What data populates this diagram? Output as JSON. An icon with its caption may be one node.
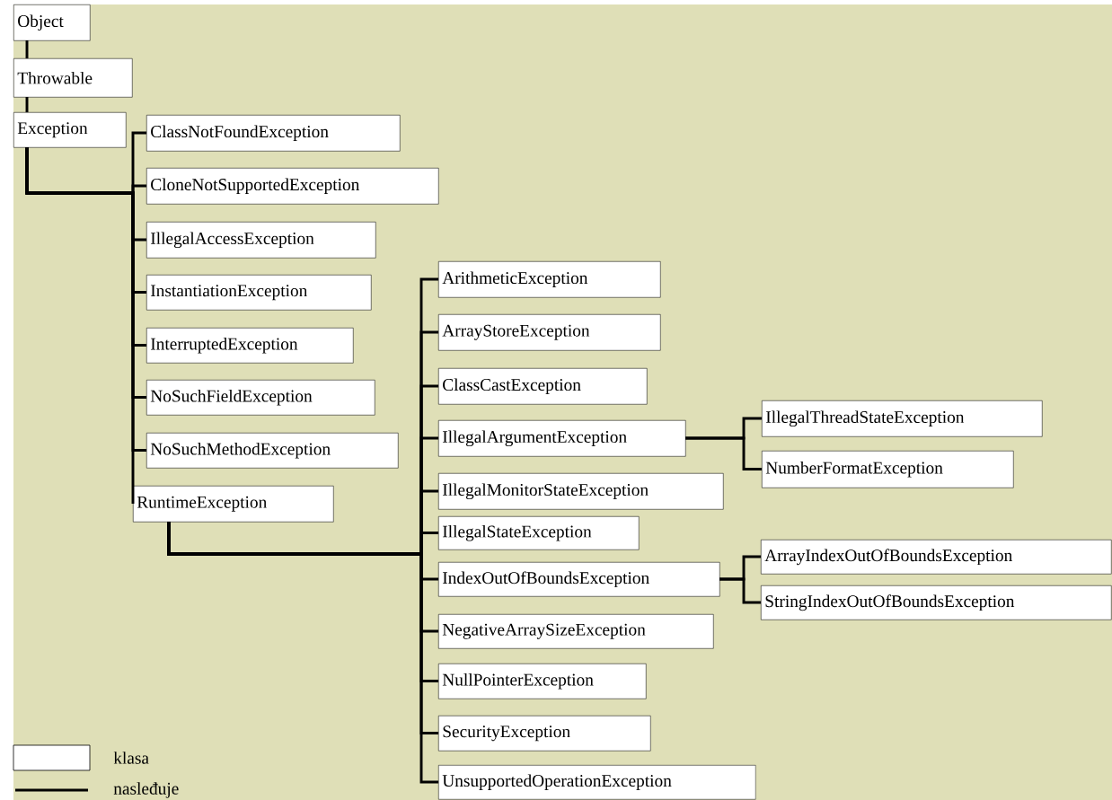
{
  "diagram": {
    "nodes": [
      {
        "text": [
          "Object"
        ]
      },
      {
        "text": [
          "Throwable"
        ]
      },
      {
        "text": [
          "Exception"
        ]
      },
      {
        "text": [
          "ClassNotFoundException"
        ]
      },
      {
        "text": [
          "CloneNotSupportedException"
        ]
      },
      {
        "text": [
          "IllegalAccessException"
        ]
      },
      {
        "text": [
          "InstantiationException"
        ]
      },
      {
        "text": [
          "InterruptedException"
        ]
      },
      {
        "text": [
          "NoSuchFieldException"
        ]
      },
      {
        "text": [
          "NoSuchMethodException"
        ]
      },
      {
        "text": [
          "RuntimeException"
        ]
      },
      {
        "text": [
          "ArithmeticException"
        ]
      },
      {
        "text": [
          "ArrayStoreException"
        ]
      },
      {
        "text": [
          "ClassCastException"
        ]
      },
      {
        "text": [
          "IllegalArgumentException"
        ]
      },
      {
        "text": [
          "IllegalMonitorStateException"
        ]
      },
      {
        "text": [
          "IllegalStateException"
        ]
      },
      {
        "text": [
          "IndexOutOfBoundsException"
        ]
      },
      {
        "text": [
          "NegativeArraySizeException"
        ]
      },
      {
        "text": [
          "NullPointerException"
        ]
      },
      {
        "text": [
          "SecurityException"
        ]
      },
      {
        "text": [
          "UnsupportedOperationException"
        ]
      },
      {
        "text": [
          "IllegalThreadStateException"
        ]
      },
      {
        "text": [
          "NumberFormatException"
        ]
      },
      {
        "text": [
          "ArrayIndexOutOfBoundsException"
        ]
      },
      {
        "text": [
          "StringIndexOutOfBoundsException"
        ]
      }
    ],
    "edges": [
      {
        "from": 0,
        "to": 1,
        "arrow": "none"
      },
      {
        "from": 1,
        "to": 2,
        "arrow": "none"
      },
      {
        "from": 2,
        "to": 3,
        "arrow": "none"
      },
      {
        "from": 2,
        "to": 4,
        "arrow": "none"
      },
      {
        "from": 2,
        "to": 5,
        "arrow": "none"
      },
      {
        "from": 2,
        "to": 6,
        "arrow": "none"
      },
      {
        "from": 2,
        "to": 7,
        "arrow": "none"
      },
      {
        "from": 2,
        "to": 8,
        "arrow": "none"
      },
      {
        "from": 2,
        "to": 9,
        "arrow": "none"
      },
      {
        "from": 2,
        "to": 10,
        "arrow": "none"
      },
      {
        "from": 10,
        "to": 11,
        "arrow": "none"
      },
      {
        "from": 10,
        "to": 12,
        "arrow": "none"
      },
      {
        "from": 10,
        "to": 13,
        "arrow": "none"
      },
      {
        "from": 10,
        "to": 14,
        "arrow": "none"
      },
      {
        "from": 10,
        "to": 15,
        "arrow": "none"
      },
      {
        "from": 10,
        "to": 16,
        "arrow": "none"
      },
      {
        "from": 10,
        "to": 17,
        "arrow": "none"
      },
      {
        "from": 10,
        "to": 18,
        "arrow": "none"
      },
      {
        "from": 10,
        "to": 19,
        "arrow": "none"
      },
      {
        "from": 10,
        "to": 20,
        "arrow": "none"
      },
      {
        "from": 10,
        "to": 21,
        "arrow": "none"
      },
      {
        "from": 14,
        "to": 22,
        "arrow": "none"
      },
      {
        "from": 14,
        "to": 23,
        "arrow": "none"
      },
      {
        "from": 17,
        "to": 24,
        "arrow": "none"
      },
      {
        "from": 17,
        "to": 25,
        "arrow": "none"
      }
    ],
    "legend": [
      {
        "text": "klasa",
        "color": "#ffffff"
      },
      {
        "text": "nasleđuje"
      }
    ]
  }
}
